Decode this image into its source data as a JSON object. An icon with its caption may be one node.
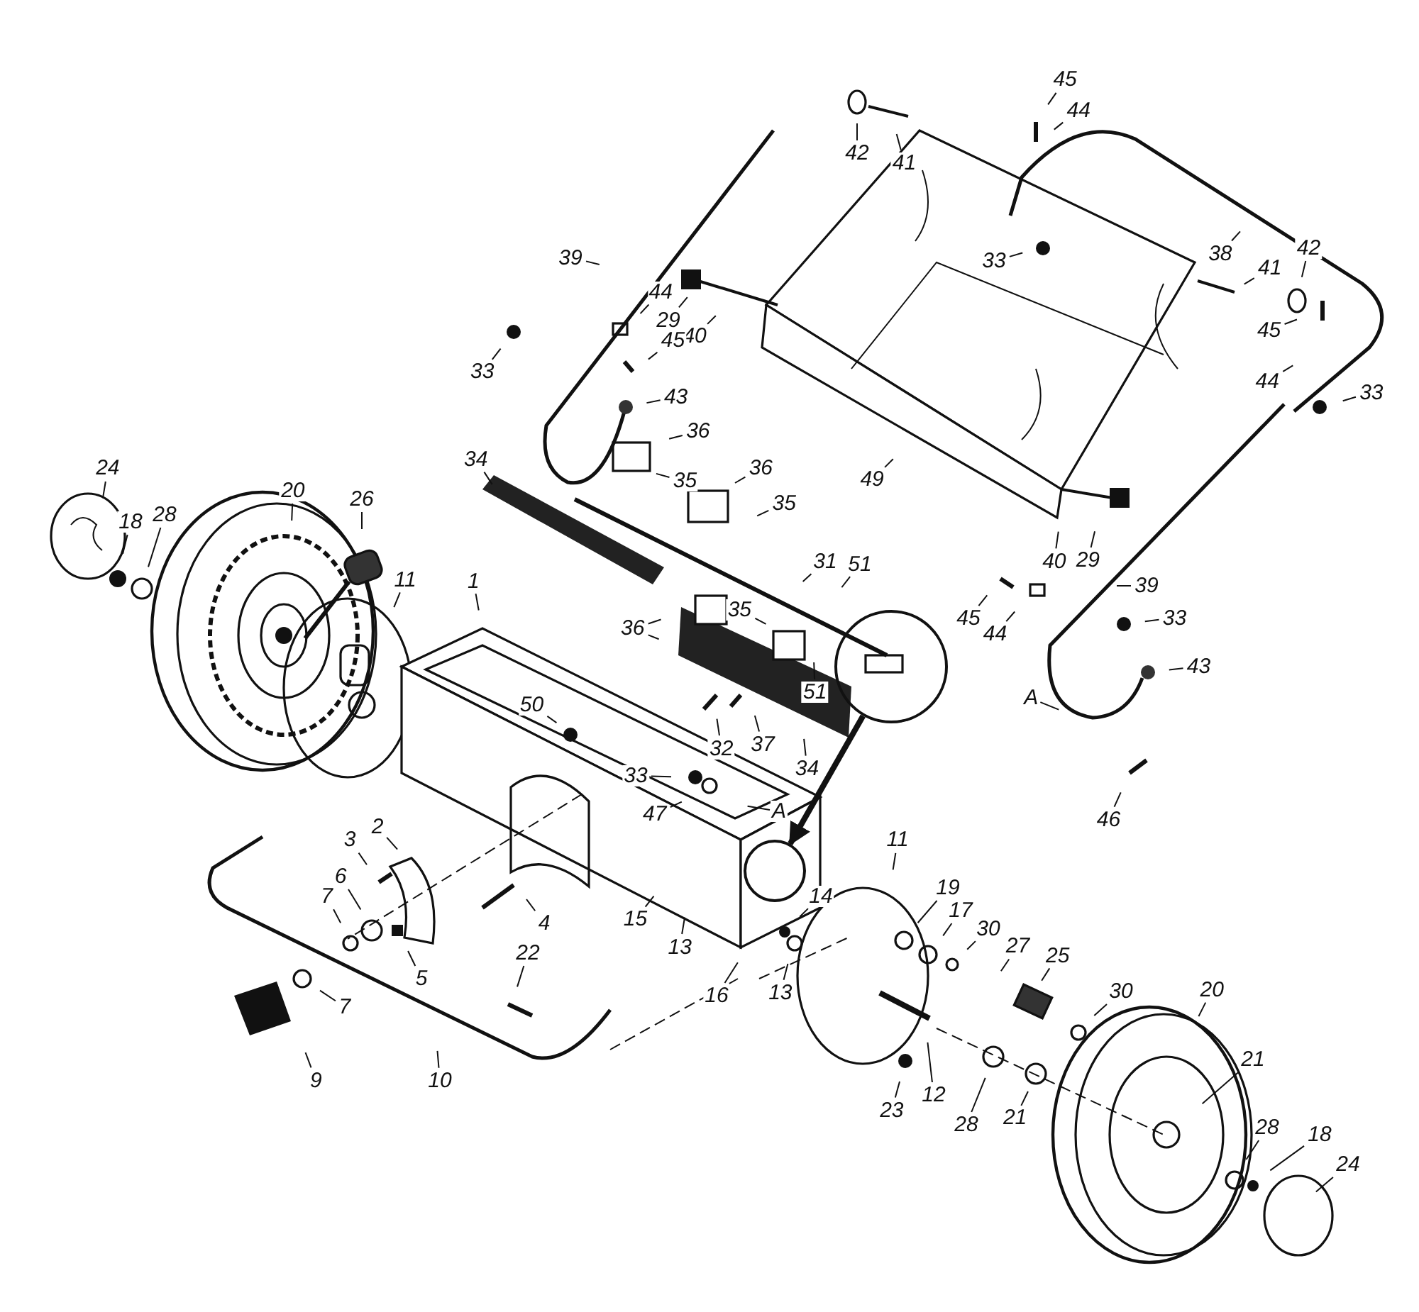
{
  "diagram": {
    "nodes": [
      {
        "text": [
          "42"
        ]
      },
      {
        "text": [
          "41"
        ]
      },
      {
        "text": [
          "45"
        ]
      },
      {
        "text": [
          "44"
        ]
      },
      {
        "text": [
          "39"
        ]
      },
      {
        "text": [
          "29"
        ]
      },
      {
        "text": [
          "40"
        ]
      },
      {
        "text": [
          "33"
        ]
      },
      {
        "text": [
          "38"
        ]
      },
      {
        "text": [
          "41"
        ]
      },
      {
        "text": [
          "42"
        ]
      },
      {
        "text": [
          "33"
        ]
      },
      {
        "text": [
          "44"
        ]
      },
      {
        "text": [
          "45"
        ]
      },
      {
        "text": [
          "43"
        ]
      },
      {
        "text": [
          "33"
        ]
      },
      {
        "text": [
          "45"
        ]
      },
      {
        "text": [
          "44"
        ]
      },
      {
        "text": [
          "36"
        ]
      },
      {
        "text": [
          "35"
        ]
      },
      {
        "text": [
          "49"
        ]
      },
      {
        "text": [
          "34"
        ]
      },
      {
        "text": [
          "36"
        ]
      },
      {
        "text": [
          "35"
        ]
      },
      {
        "text": [
          "40"
        ]
      },
      {
        "text": [
          "29"
        ]
      },
      {
        "text": [
          "24"
        ]
      },
      {
        "text": [
          "18"
        ]
      },
      {
        "text": [
          "28"
        ]
      },
      {
        "text": [
          "20"
        ]
      },
      {
        "text": [
          "26"
        ]
      },
      {
        "text": [
          "11"
        ]
      },
      {
        "text": [
          "1"
        ]
      },
      {
        "text": [
          "31"
        ]
      },
      {
        "text": [
          "51"
        ]
      },
      {
        "text": [
          "45"
        ]
      },
      {
        "text": [
          "44"
        ]
      },
      {
        "text": [
          "39"
        ]
      },
      {
        "text": [
          "33"
        ]
      },
      {
        "text": [
          "36"
        ]
      },
      {
        "text": [
          "35"
        ]
      },
      {
        "text": [
          "51"
        ]
      },
      {
        "text": [
          "43"
        ]
      },
      {
        "text": [
          "50"
        ]
      },
      {
        "text": [
          "32"
        ]
      },
      {
        "text": [
          "37"
        ]
      },
      {
        "text": [
          "34"
        ]
      },
      {
        "text": [
          "46"
        ]
      },
      {
        "text": [
          "33"
        ]
      },
      {
        "text": [
          "47"
        ]
      },
      {
        "text": [
          "2"
        ]
      },
      {
        "text": [
          "3"
        ]
      },
      {
        "text": [
          "6"
        ]
      },
      {
        "text": [
          "4"
        ]
      },
      {
        "text": [
          "15"
        ]
      },
      {
        "text": [
          "13"
        ]
      },
      {
        "text": [
          "7"
        ]
      },
      {
        "text": [
          "5"
        ]
      },
      {
        "text": [
          "7"
        ]
      },
      {
        "text": [
          "9"
        ]
      },
      {
        "text": [
          "10"
        ]
      },
      {
        "text": [
          "22"
        ]
      },
      {
        "text": [
          "14"
        ]
      },
      {
        "text": [
          "13"
        ]
      },
      {
        "text": [
          "16"
        ]
      },
      {
        "text": [
          "11"
        ]
      },
      {
        "text": [
          "19"
        ]
      },
      {
        "text": [
          "17"
        ]
      },
      {
        "text": [
          "30"
        ]
      },
      {
        "text": [
          "27"
        ]
      },
      {
        "text": [
          "25"
        ]
      },
      {
        "text": [
          "30"
        ]
      },
      {
        "text": [
          "20"
        ]
      },
      {
        "text": [
          "12"
        ]
      },
      {
        "text": [
          "23"
        ]
      },
      {
        "text": [
          "28"
        ]
      },
      {
        "text": [
          "21"
        ]
      },
      {
        "text": [
          "21"
        ]
      },
      {
        "text": [
          "28"
        ]
      },
      {
        "text": [
          "18"
        ]
      },
      {
        "text": [
          "24"
        ]
      },
      {
        "text": [
          "A"
        ]
      },
      {
        "text": [
          "A"
        ]
      },
      {
        "text": [],
        "shape": "circle"
      },
      {
        "text": [],
        "shape": "circle"
      }
    ],
    "edges": [
      {
        "from": 0,
        "to": null,
        "arrow": "none"
      },
      {
        "from": 1,
        "to": null,
        "arrow": "none"
      },
      {
        "from": 2,
        "to": null,
        "arrow": "none"
      },
      {
        "from": 3,
        "to": null,
        "arrow": "none"
      },
      {
        "from": 4,
        "to": null,
        "arrow": "none"
      },
      {
        "from": 5,
        "to": null,
        "arrow": "none"
      },
      {
        "from": 6,
        "to": null,
        "arrow": "none"
      },
      {
        "from": 7,
        "to": null,
        "arrow": "none"
      },
      {
        "from": 8,
        "to": null,
        "arrow": "none"
      },
      {
        "from": 9,
        "to": null,
        "arrow": "none"
      },
      {
        "from": 10,
        "to": null,
        "arrow": "none"
      },
      {
        "from": 11,
        "to": null,
        "arrow": "none"
      },
      {
        "from": 12,
        "to": null,
        "arrow": "none"
      },
      {
        "from": 13,
        "to": null,
        "arrow": "none"
      },
      {
        "from": 14,
        "to": null,
        "arrow": "none"
      },
      {
        "from": 15,
        "to": null,
        "arrow": "none"
      },
      {
        "from": 16,
        "to": null,
        "arrow": "none"
      },
      {
        "from": 17,
        "to": null,
        "arrow": "none"
      },
      {
        "from": 18,
        "to": null,
        "arrow": "none"
      },
      {
        "from": 19,
        "to": null,
        "arrow": "none"
      },
      {
        "from": 20,
        "to": null,
        "arrow": "none"
      },
      {
        "from": 21,
        "to": null,
        "arrow": "none"
      },
      {
        "from": 22,
        "to": null,
        "arrow": "none"
      },
      {
        "from": 23,
        "to": null,
        "arrow": "none"
      },
      {
        "from": 24,
        "to": null,
        "arrow": "none"
      },
      {
        "from": 25,
        "to": null,
        "arrow": "none"
      },
      {
        "from": 26,
        "to": null,
        "arrow": "none"
      },
      {
        "from": 27,
        "to": null,
        "arrow": "none"
      },
      {
        "from": 28,
        "to": null,
        "arrow": "none"
      },
      {
        "from": 29,
        "to": null,
        "arrow": "none"
      },
      {
        "from": 30,
        "to": null,
        "arrow": "none"
      },
      {
        "from": 31,
        "to": null,
        "arrow": "none"
      },
      {
        "from": 32,
        "to": null,
        "arrow": "none"
      },
      {
        "from": 33,
        "to": null,
        "arrow": "none"
      },
      {
        "from": 34,
        "to": null,
        "arrow": "none"
      },
      {
        "from": 35,
        "to": null,
        "arrow": "none"
      },
      {
        "from": 36,
        "to": null,
        "arrow": "none"
      },
      {
        "from": 37,
        "to": null,
        "arrow": "none"
      },
      {
        "from": 38,
        "to": null,
        "arrow": "none"
      },
      {
        "from": 39,
        "to": null,
        "arrow": "none"
      },
      {
        "from": 39,
        "to": null,
        "arrow": "none"
      },
      {
        "from": 40,
        "to": null,
        "arrow": "none"
      },
      {
        "from": 41,
        "to": null,
        "arrow": "none"
      },
      {
        "from": 42,
        "to": null,
        "arrow": "none"
      },
      {
        "from": 43,
        "to": null,
        "arrow": "none"
      },
      {
        "from": 44,
        "to": null,
        "arrow": "none"
      },
      {
        "from": 45,
        "to": null,
        "arrow": "none"
      },
      {
        "from": 46,
        "to": null,
        "arrow": "none"
      },
      {
        "from": 47,
        "to": null,
        "arrow": "none"
      },
      {
        "from": 48,
        "to": null,
        "arrow": "none"
      },
      {
        "from": 49,
        "to": null,
        "arrow": "none"
      },
      {
        "from": 50,
        "to": null,
        "arrow": "none"
      },
      {
        "from": 51,
        "to": null,
        "arrow": "none"
      },
      {
        "from": 52,
        "to": null,
        "arrow": "none"
      },
      {
        "from": 53,
        "to": null,
        "arrow": "none"
      },
      {
        "from": 54,
        "to": null,
        "arrow": "none"
      },
      {
        "from": 55,
        "to": null,
        "arrow": "none"
      },
      {
        "from": 56,
        "to": null,
        "arrow": "none"
      },
      {
        "from": 57,
        "to": null,
        "arrow": "none"
      },
      {
        "from": 58,
        "to": null,
        "arrow": "none"
      },
      {
        "from": 59,
        "to": null,
        "arrow": "none"
      },
      {
        "from": 60,
        "to": null,
        "arrow": "none"
      },
      {
        "from": 61,
        "to": null,
        "arrow": "none"
      },
      {
        "from": 62,
        "to": null,
        "arrow": "none"
      },
      {
        "from": 63,
        "to": null,
        "arrow": "none"
      },
      {
        "from": 64,
        "to": null,
        "arrow": "none"
      },
      {
        "from": 65,
        "to": null,
        "arrow": "none"
      },
      {
        "from": 66,
        "to": null,
        "arrow": "none"
      },
      {
        "from": 67,
        "to": null,
        "arrow": "none"
      },
      {
        "from": 68,
        "to": null,
        "arrow": "none"
      },
      {
        "from": 69,
        "to": null,
        "arrow": "none"
      },
      {
        "from": 70,
        "to": null,
        "arrow": "none"
      },
      {
        "from": 71,
        "to": null,
        "arrow": "none"
      },
      {
        "from": 72,
        "to": null,
        "arrow": "none"
      },
      {
        "from": 73,
        "to": null,
        "arrow": "none"
      },
      {
        "from": 74,
        "to": null,
        "arrow": "none"
      },
      {
        "from": 75,
        "to": null,
        "arrow": "none"
      },
      {
        "from": 76,
        "to": null,
        "arrow": "none"
      },
      {
        "from": 77,
        "to": null,
        "arrow": "none"
      },
      {
        "from": 78,
        "to": null,
        "arrow": "none"
      },
      {
        "from": 79,
        "to": null,
        "arrow": "none"
      },
      {
        "from": 80,
        "to": null,
        "arrow": "none"
      },
      {
        "from": 81,
        "to": null,
        "arrow": "none"
      },
      {
        "from": 82,
        "to": null,
        "arrow": "none"
      },
      {
        "from": 83,
        "to": 84,
        "arrow": "to",
        "style": "thick"
      }
    ]
  }
}
